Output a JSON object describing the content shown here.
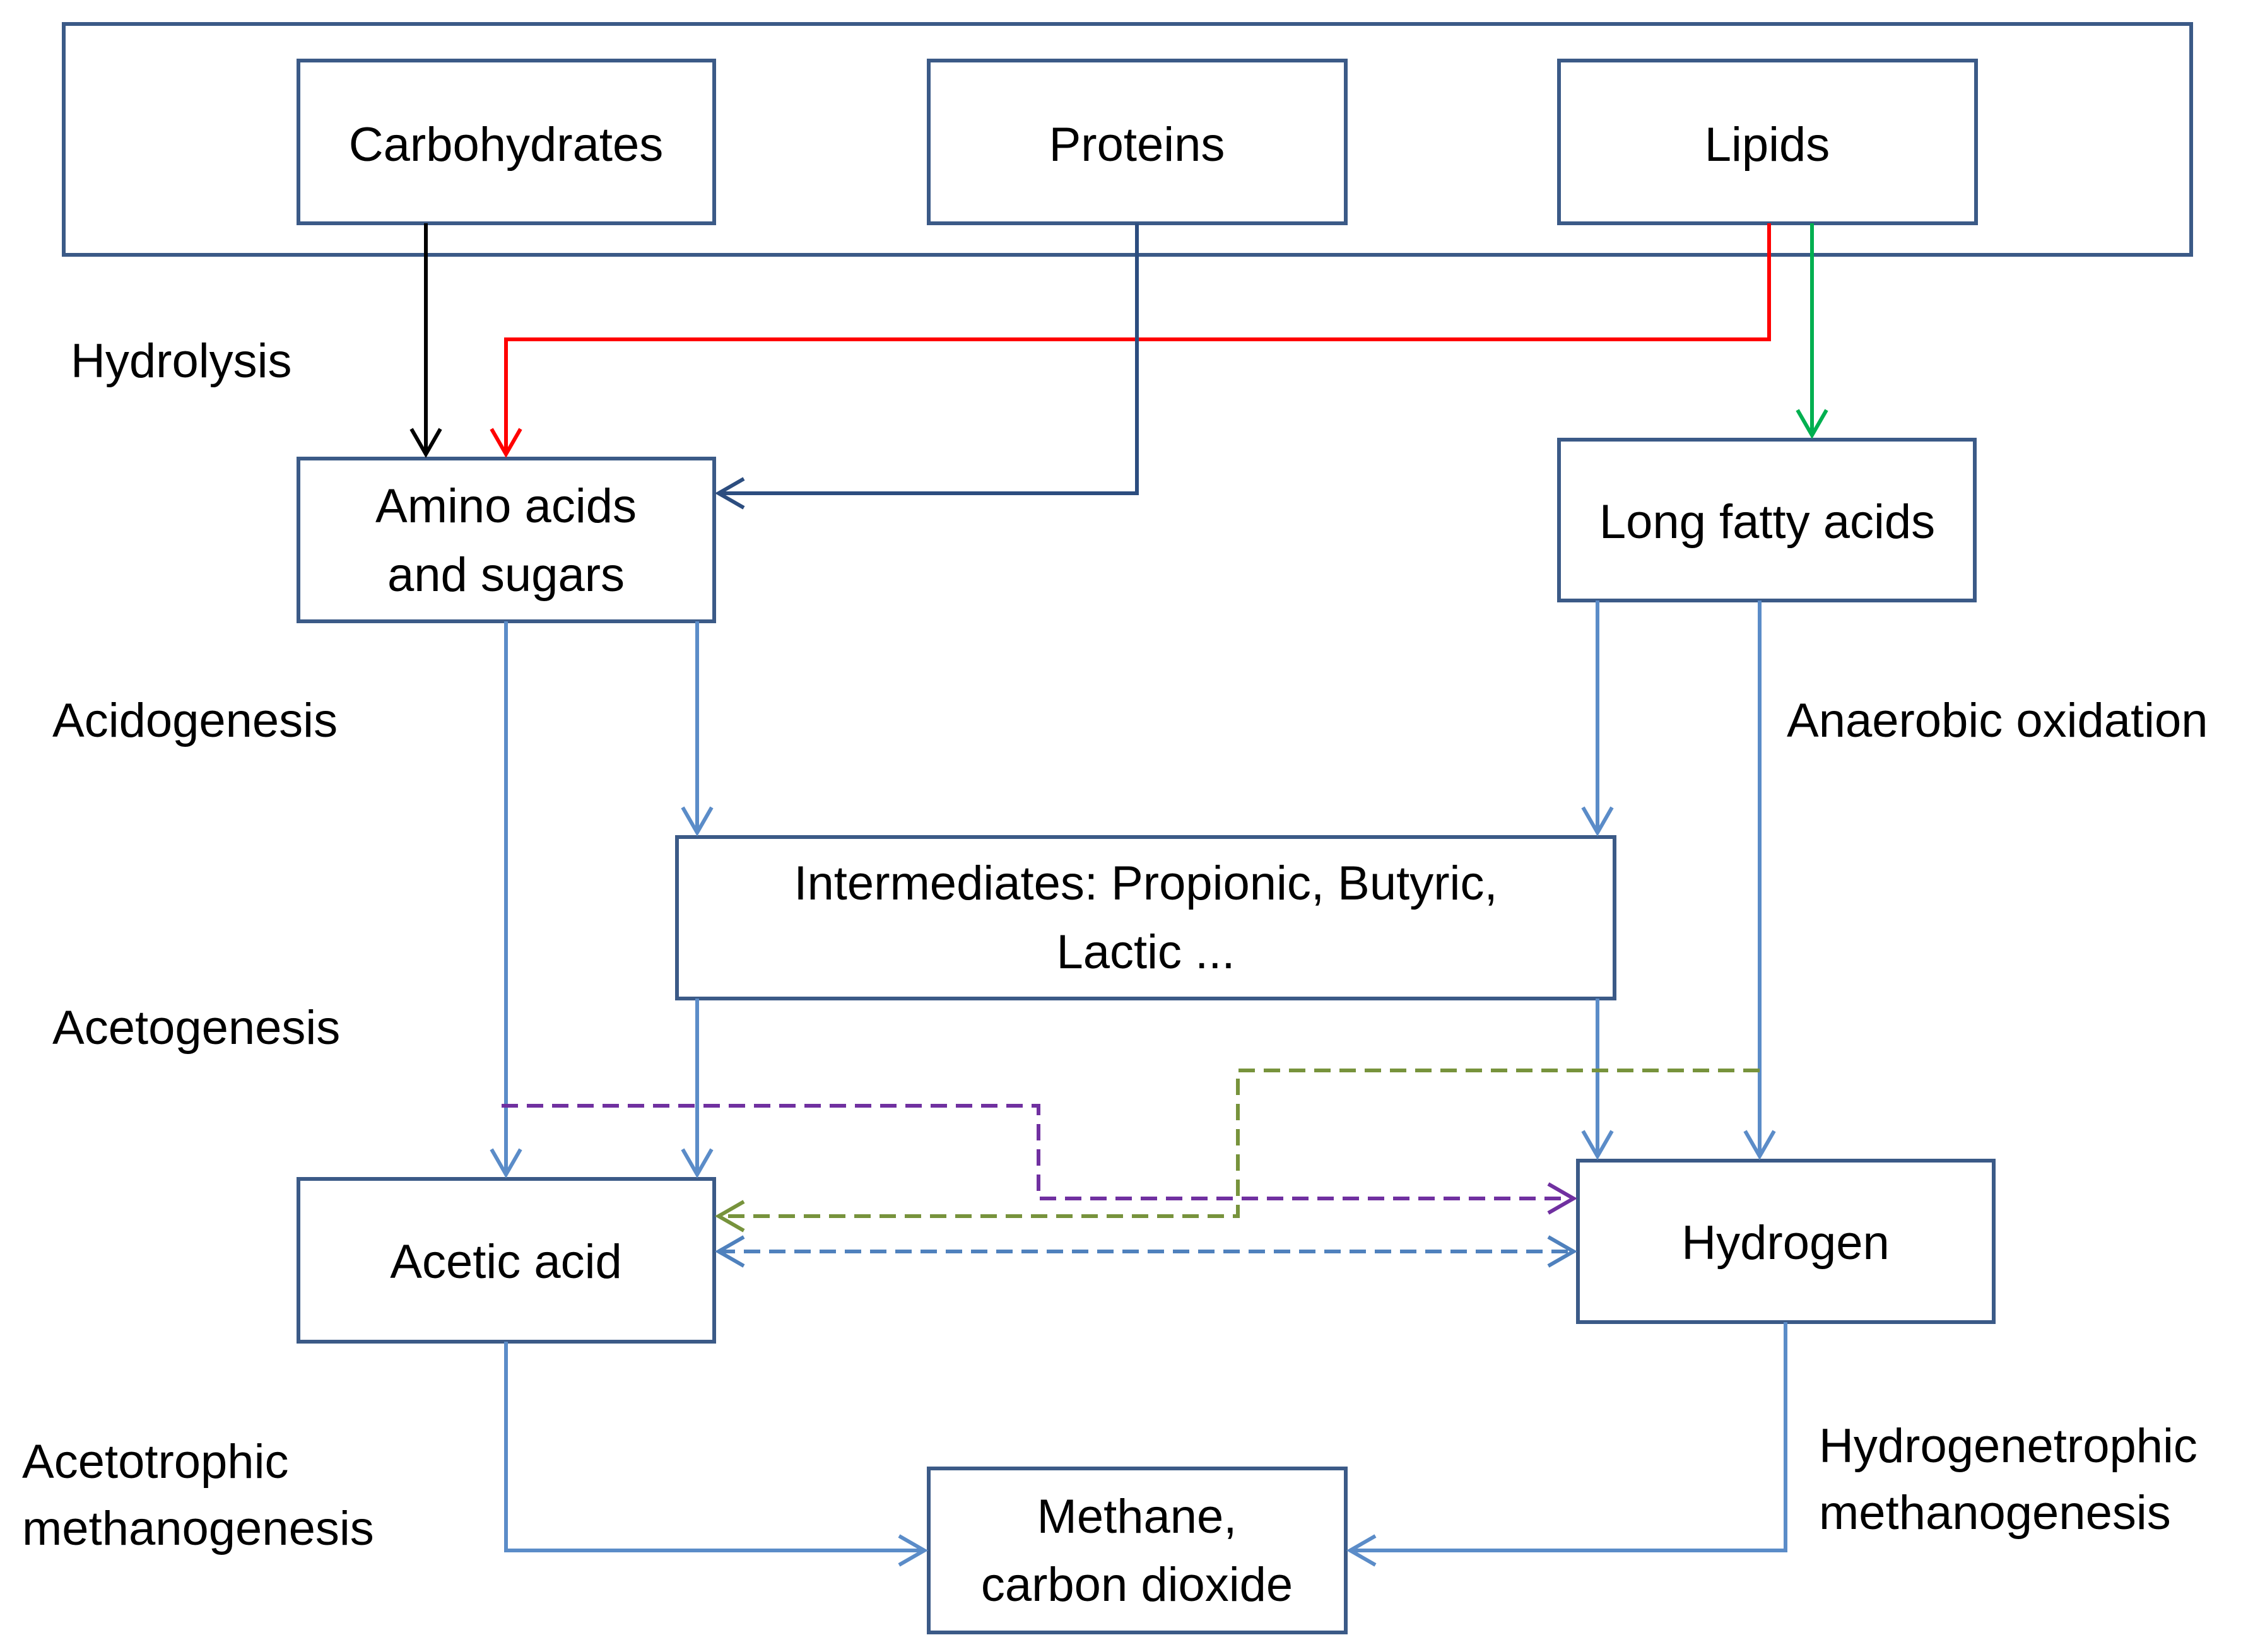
{
  "boxes": {
    "carbohydrates": "Carbohydrates",
    "proteins": "Proteins",
    "lipids": "Lipids",
    "amino_acids_line1": "Amino acids",
    "amino_acids_line2": "and sugars",
    "long_fatty_acids": "Long fatty acids",
    "intermediates_line1": "Intermediates: Propionic, Butyric,",
    "intermediates_line2": "Lactic ...",
    "acetic_acid": "Acetic acid",
    "hydrogen": "Hydrogen",
    "methane_line1": "Methane,",
    "methane_line2": "carbon dioxide"
  },
  "stages": {
    "hydrolysis": "Hydrolysis",
    "acidogenesis": "Acidogenesis",
    "acetogenesis": "Acetogenesis",
    "anaerobic_oxidation": "Anaerobic oxidation",
    "acetotrophic_line1": "Acetotrophic",
    "acetotrophic_line2": "methanogenesis",
    "hydrogenetrophic_line1": "Hydrogenetrophic",
    "hydrogenetrophic_line2": "methanogenesis"
  },
  "colors": {
    "box_border": "#3b5a87",
    "black_arrow": "#000000",
    "red_arrow": "#ff0000",
    "green_arrow": "#00b050",
    "navy_arrow": "#2c4d7f",
    "blue_arrow": "#5b8cc8",
    "purple_dashed": "#7030a0",
    "olive_dashed": "#77933c",
    "blue_dashed": "#4f81bd"
  }
}
